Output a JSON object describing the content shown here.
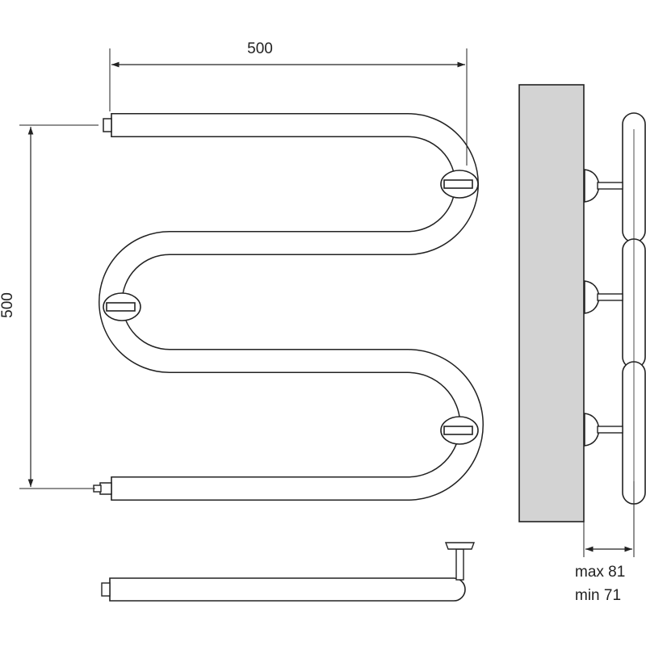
{
  "dimensions": {
    "width_label": "500",
    "height_label": "500",
    "depth_max_label": "max 81",
    "depth_min_label": "min 71"
  },
  "colors": {
    "line": "#222222",
    "wall_fill": "#d3d3d3",
    "background": "#ffffff"
  }
}
